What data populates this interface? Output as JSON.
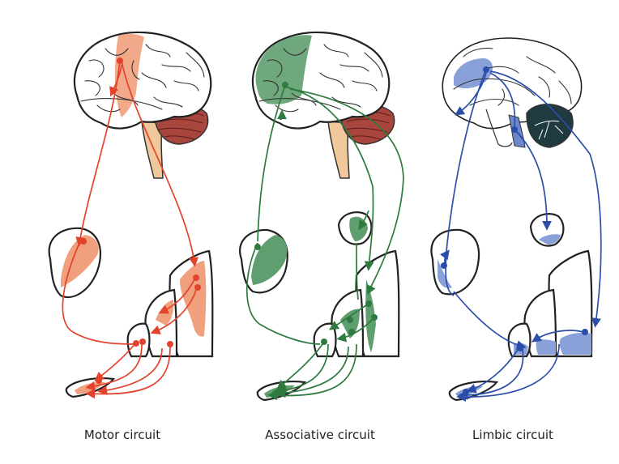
{
  "captions": {
    "motor": "Motor circuit",
    "associative": "Associative circuit",
    "limbic": "Limbic circuit"
  },
  "colors": {
    "motor": "#e3432d",
    "motor_fill": "#f0a07c",
    "associative": "#2e7a3f",
    "associative_fill": "#5f9e6e",
    "limbic": "#2b4ea8",
    "limbic_fill": "#8aa0d8",
    "cerebellum": "#a8453d",
    "cerebellum_limbic": "#1f3b3f",
    "brainstem": "#f0c89c"
  },
  "icons": {
    "brain_lateral": "brain-lateral-icon",
    "brain_medial": "brain-medial-icon",
    "cerebellum": "cerebellum-icon",
    "brainstem": "brainstem-icon"
  }
}
